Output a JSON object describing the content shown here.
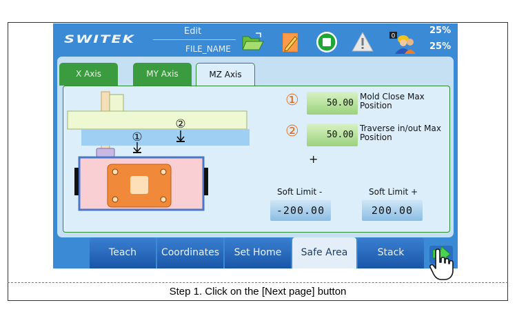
{
  "header": {
    "logo": "SWITEK",
    "mode_label": "Edit",
    "file_label": "FILE_NAME",
    "status_top": "25%",
    "status_bottom": "25%",
    "user_level": "0"
  },
  "tabs": [
    {
      "label": "X Axis",
      "active": false
    },
    {
      "label": "MY Axis",
      "active": false
    },
    {
      "label": "MZ Axis",
      "active": true
    }
  ],
  "diagram": {
    "marker1": "①",
    "marker2": "②"
  },
  "params": [
    {
      "num": "①",
      "value": "50.00",
      "label_line1": "Mold Close Max",
      "label_line2": "Position"
    },
    {
      "num": "②",
      "value": "50.00",
      "label_line1": "Traverse in/out Max",
      "label_line2": "Position"
    }
  ],
  "plus_sign": "+",
  "soft_limits": {
    "minus_label": "Soft Limit -",
    "minus_value": "-200.00",
    "plus_label": "Soft Limit +",
    "plus_value": "200.00"
  },
  "bottom_tabs": [
    {
      "label": "Teach",
      "active": false
    },
    {
      "label": "Coordinates",
      "active": false
    },
    {
      "label": "Set Home",
      "active": false
    },
    {
      "label": "Safe Area",
      "active": true
    },
    {
      "label": "Stack",
      "active": false
    }
  ],
  "caption": "Step 1. Click on the [Next page] button",
  "colors": {
    "screen_bg": "#3b8ad6",
    "tab_green": "#3a9c3f",
    "value_green": "#9bd27c",
    "value_blue": "#8bbde3",
    "param_orange": "#e56b20"
  }
}
